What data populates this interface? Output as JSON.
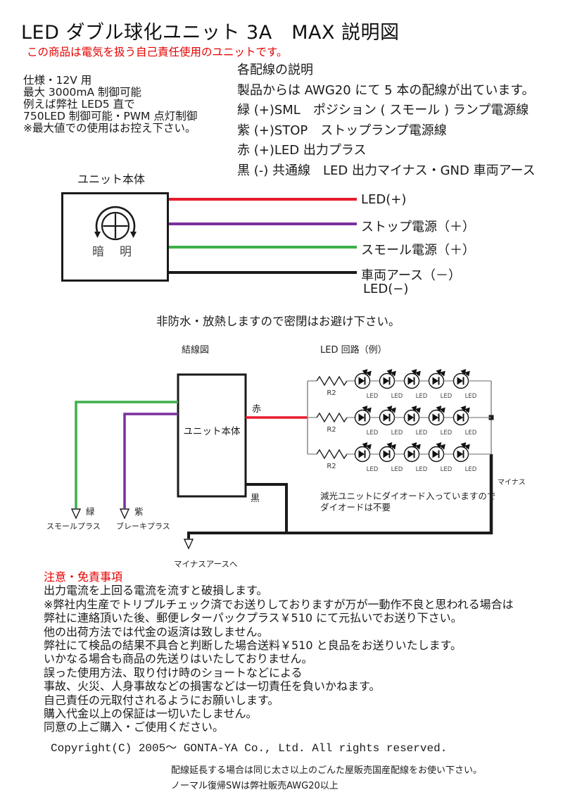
{
  "title": "LED ダブル球化ユニット 3A　MAX 説明図",
  "warning": "この商品は電気を扱う自己責任使用のユニットです。",
  "specs": {
    "lines": [
      "仕様・12V 用",
      "最大 3000mA 制御可能",
      "例えば弊社 LED5 直で",
      "750LED 制御可能・PWM 点灯制御",
      "※最大値での使用はお控え下さい。"
    ]
  },
  "wiring_desc": {
    "heading": "各配線の説明",
    "lines": [
      "製品からは AWG20 にて 5 本の配線が出ています。",
      "緑 (+)SML　ポジション ( スモール ) ランプ電源線",
      "紫 (+)STOP　ストップランプ電源線",
      "赤 (+)LED 出力プラス",
      "黒 (-) 共通線　LED 出力マイナス・GND 車両アース"
    ]
  },
  "unit_diagram": {
    "label": "ユニット本体",
    "dial": {
      "dark": "暗",
      "bright": "明"
    },
    "wires": [
      {
        "color_name": "red",
        "hex": "#e8192c",
        "label": "LED(+)"
      },
      {
        "color_name": "purple",
        "hex": "#7b2f9e",
        "label": "ストップ電源（＋）"
      },
      {
        "color_name": "green",
        "hex": "#3cb04a",
        "label": "スモール電源（＋）"
      },
      {
        "color_name": "black",
        "hex": "#1a1a1a",
        "label": "車両アース（－）",
        "label2": "LED(−)"
      }
    ]
  },
  "mid_note": "非防水・放熱しますので密閉はお避け下さい。",
  "wiring_diagram": {
    "title": "結線図",
    "circuit_title": "LED 回路（例）",
    "unit_label": "ユニット本体",
    "red_label": "赤",
    "black_label": "黒",
    "green_label": "緑",
    "purple_label": "紫",
    "green_dest": "スモールプラス",
    "purple_dest": "ブレーキプラス",
    "minus_label": "マイナス",
    "ground_label": "マイナスアースへ",
    "note_line1": "減光ユニットにダイオード入っていますので",
    "note_line2": "ダイオードは不要",
    "resistor_label": "R2",
    "led_label": "LED",
    "rows": 3,
    "leds_per_row": 5
  },
  "notes": {
    "heading": "注意・免責事項",
    "lines": [
      "出力電流を上回る電流を流すと破損します。",
      "※弊社内生産でトリプルチェック済でお送りしておりますが万が一動作不良と思われる場合は",
      "弊社に連絡頂いた後、郵便レターパックプラス￥510 にて元払いでお送り下さい。",
      "他の出荷方法では代金の返済は致しません。",
      "弊社にて検品の結果不具合と判断した場合送料￥510 と良品をお送りいたします。",
      "いかなる場合も商品の先送りはいたしておりません。",
      "誤った使用方法、取り付け時のショートなどによる",
      "事故、火災、人身事故などの損害などは一切責任を負いかねます。",
      "自己責任の元取付されるようにお願いします。",
      "購入代金以上の保証は一切いたしません。",
      "同意の上ご購入・ご使用ください。"
    ]
  },
  "copyright": "Copyright(C)  2005～  GONTA-YA Co., Ltd.  All rights reserved.",
  "footer_lines": [
    "配線延長する場合は同じ太さ以上のごんた屋販売国産配線をお使い下さい。",
    "ノーマル復帰SWは弊社販売AWG20以上"
  ],
  "colors": {
    "red_wire": "#e8192c",
    "purple_wire": "#7b2f9e",
    "green_wire": "#3cb04a",
    "black_wire": "#1a1a1a",
    "warning_red": "#e60000",
    "gray_line": "#888888"
  }
}
